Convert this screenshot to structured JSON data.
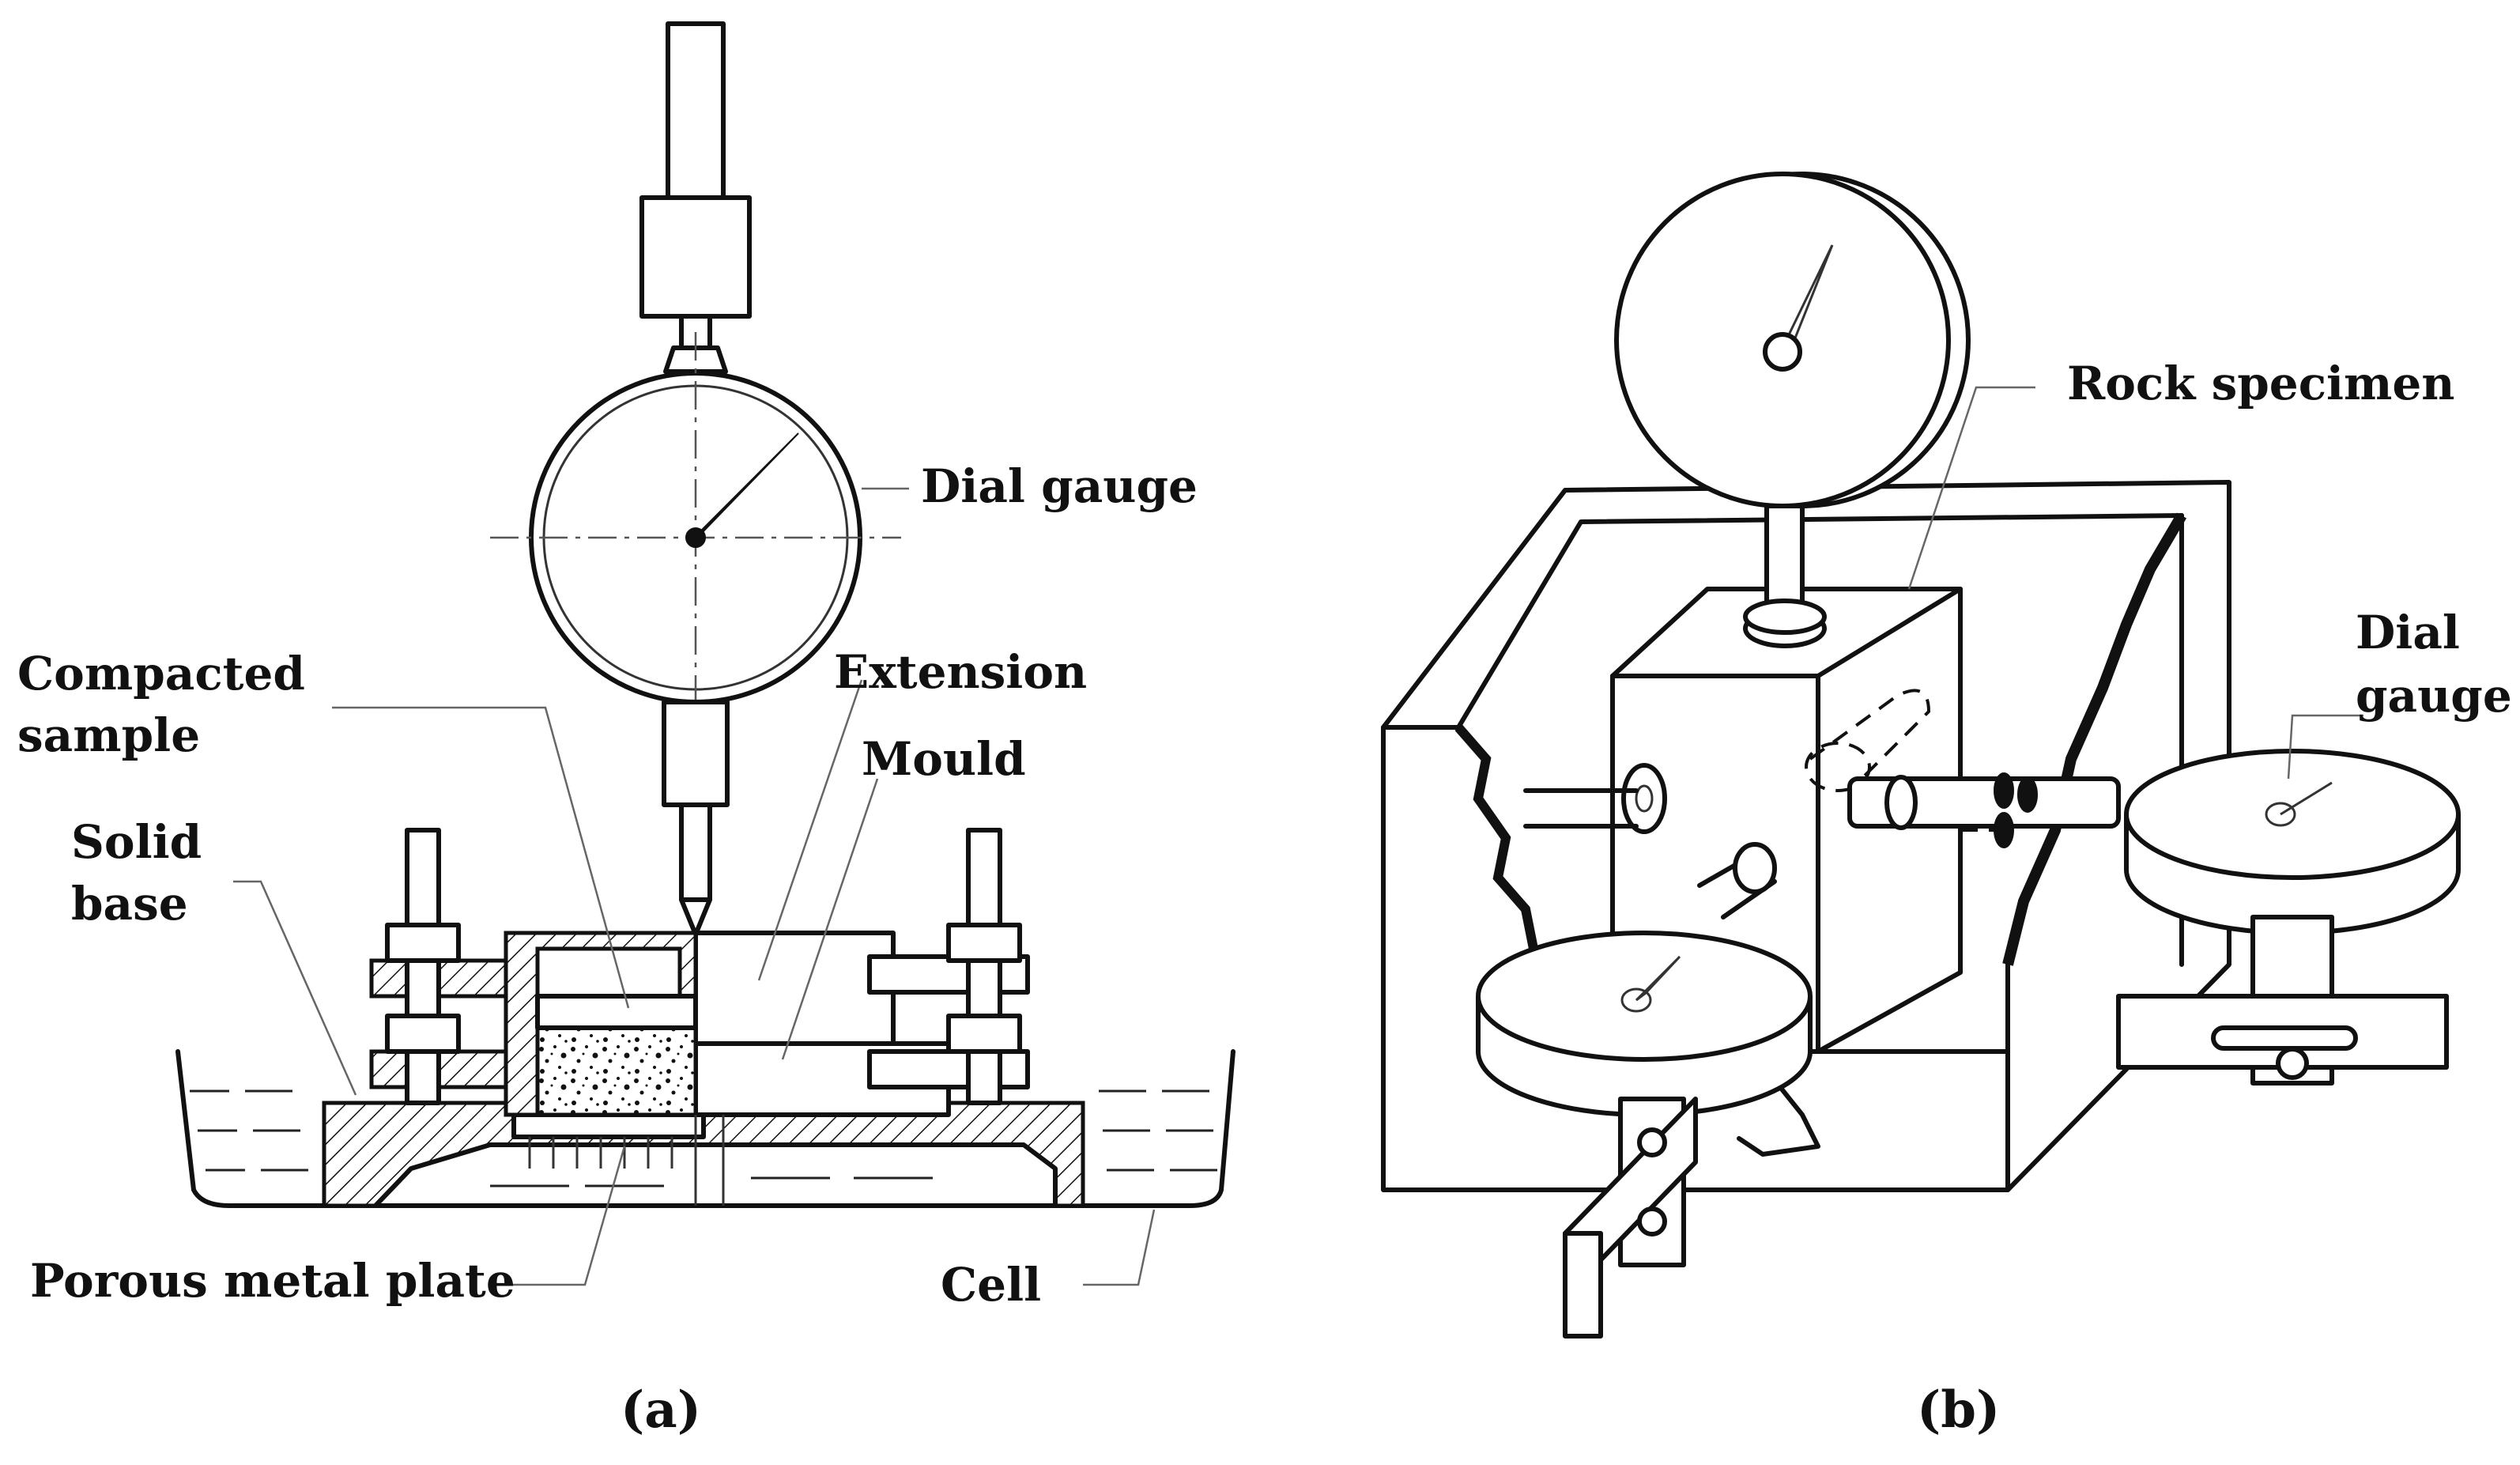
{
  "panel_a": {
    "caption": "(a)",
    "labels": {
      "dial_gauge": "Dial gauge",
      "compacted_sample_line1": "Compacted",
      "compacted_sample_line2": "sample",
      "extension": "Extension",
      "mould": "Mould",
      "solid_base_line1": "Solid",
      "solid_base_line2": "base",
      "porous_metal_plate": "Porous metal plate",
      "cell": "Cell"
    }
  },
  "panel_b": {
    "caption": "(b)",
    "labels": {
      "rock_specimen": "Rock specimen",
      "dial_gauge_line1": "Dial",
      "dial_gauge_line2": "gauge"
    }
  }
}
